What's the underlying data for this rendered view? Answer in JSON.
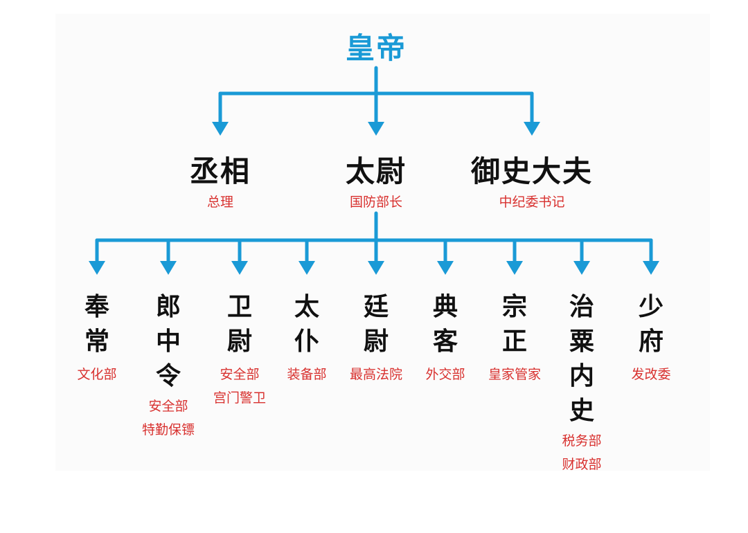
{
  "colors": {
    "accent": "#1a9ad6",
    "modern_label": "#d8312f",
    "title": "#111111"
  },
  "top": {
    "title": "皇帝"
  },
  "ministers": [
    {
      "title": "丞相",
      "modern": "总理"
    },
    {
      "title": "太尉",
      "modern": "国防部长"
    },
    {
      "title": "御史大夫",
      "modern": "中纪委书记"
    }
  ],
  "departments": [
    {
      "title": "奉常",
      "modern": [
        "文化部"
      ]
    },
    {
      "title": "郎中令",
      "modern": [
        "安全部",
        "特勤保镖"
      ]
    },
    {
      "title": "卫尉",
      "modern": [
        "安全部",
        "宫门警卫"
      ]
    },
    {
      "title": "太仆",
      "modern": [
        "装备部"
      ]
    },
    {
      "title": "廷尉",
      "modern": [
        "最高法院"
      ]
    },
    {
      "title": "典客",
      "modern": [
        "外交部"
      ]
    },
    {
      "title": "宗正",
      "modern": [
        "皇家管家"
      ]
    },
    {
      "title": "治粟内史",
      "modern": [
        "税务部",
        "财政部"
      ]
    },
    {
      "title": "少府",
      "modern": [
        "发改委"
      ]
    }
  ]
}
